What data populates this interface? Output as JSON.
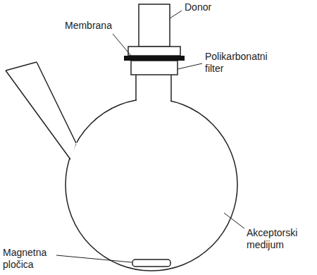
{
  "diagram": {
    "labels": [
      "Donor",
      "Membrana",
      "Polikarbonatni filter",
      "Akceptorski medijum",
      "Magnetna pločica"
    ]
  }
}
